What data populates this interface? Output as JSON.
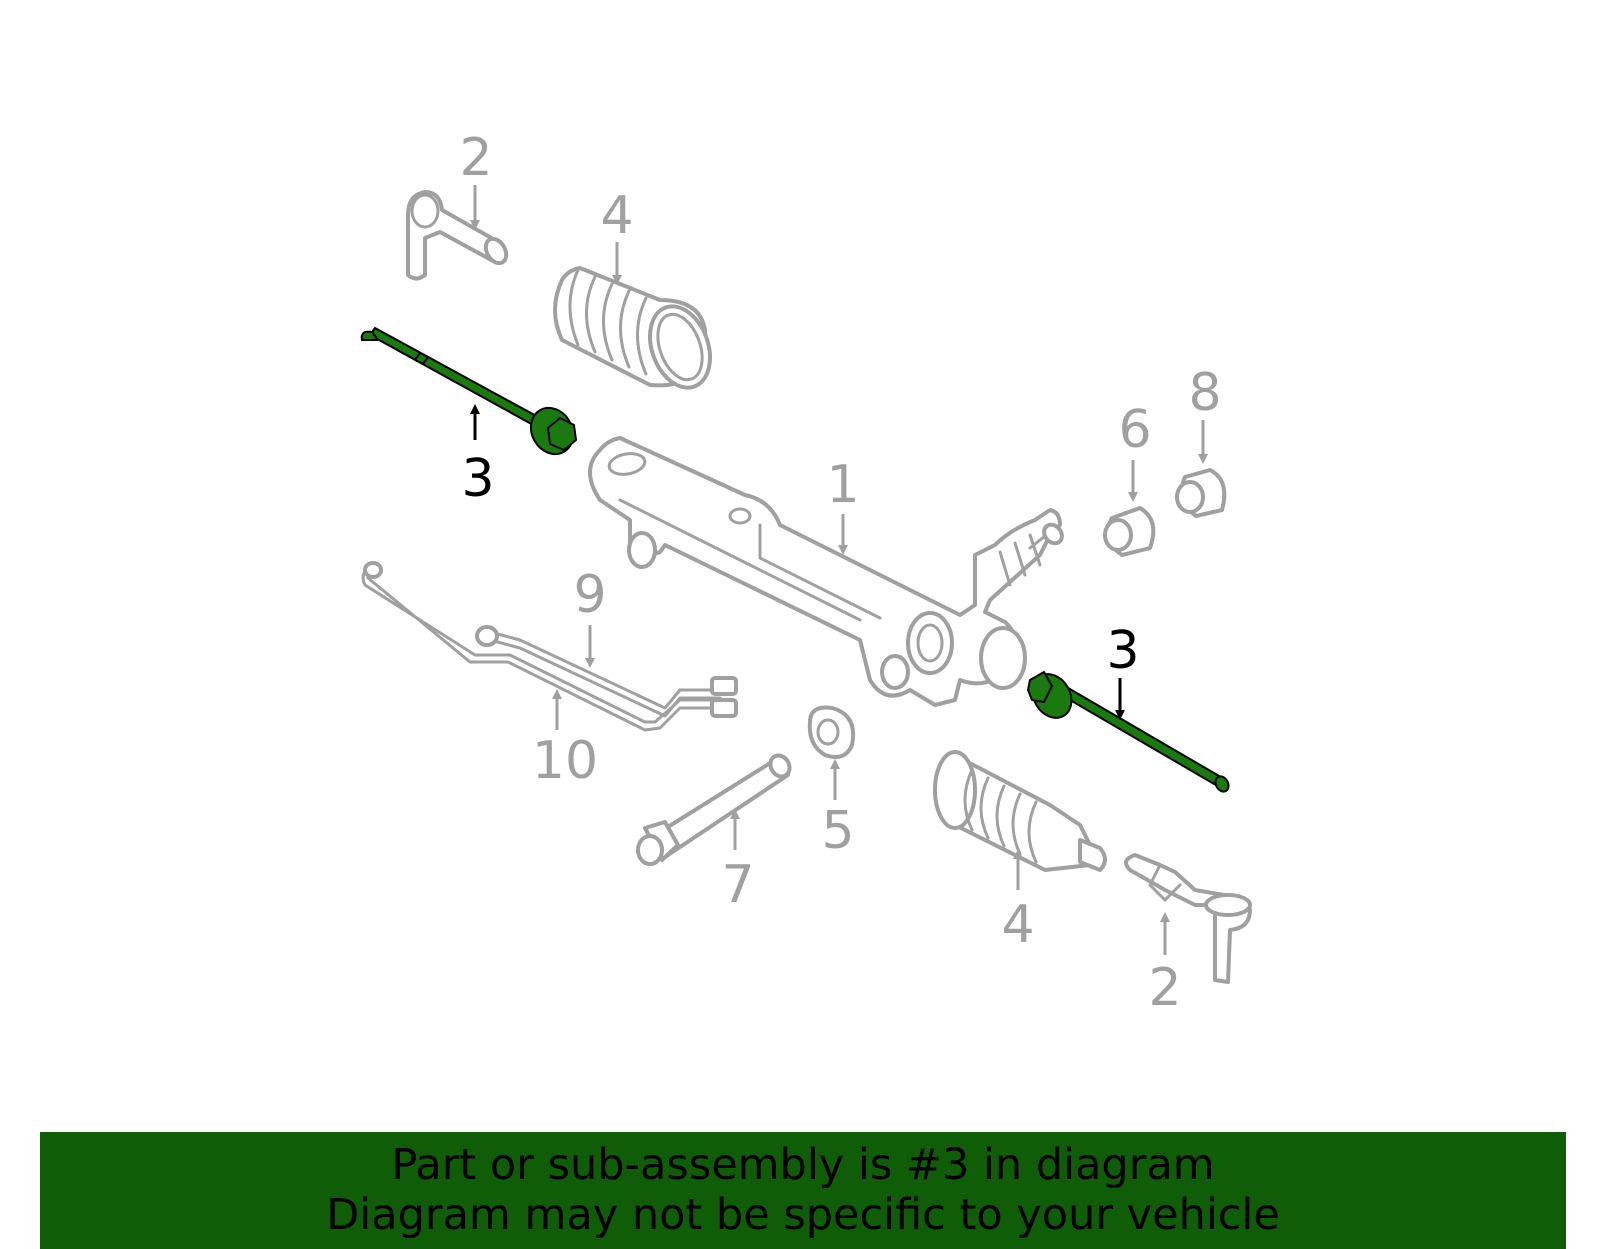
{
  "colors": {
    "background": "#ffffff",
    "part_outline": "#a0a0a0",
    "highlight_part": "#1a7a10",
    "highlight_label": "#000000",
    "footer_background": "#0f5d07",
    "footer_text": "#000000"
  },
  "highlighted_part": "3",
  "callouts": [
    {
      "id": "c2a",
      "label": "2"
    },
    {
      "id": "c4a",
      "label": "4"
    },
    {
      "id": "c3a",
      "label": "3"
    },
    {
      "id": "c1",
      "label": "1"
    },
    {
      "id": "c6",
      "label": "6"
    },
    {
      "id": "c8",
      "label": "8"
    },
    {
      "id": "c9",
      "label": "9"
    },
    {
      "id": "c10",
      "label": "10"
    },
    {
      "id": "c3b",
      "label": "3"
    },
    {
      "id": "c5",
      "label": "5"
    },
    {
      "id": "c7",
      "label": "7"
    },
    {
      "id": "c4b",
      "label": "4"
    },
    {
      "id": "c2b",
      "label": "2"
    }
  ],
  "footer": {
    "line1": "Part or sub-assembly is #3 in diagram",
    "line2": "Diagram may not be specific to your vehicle"
  }
}
